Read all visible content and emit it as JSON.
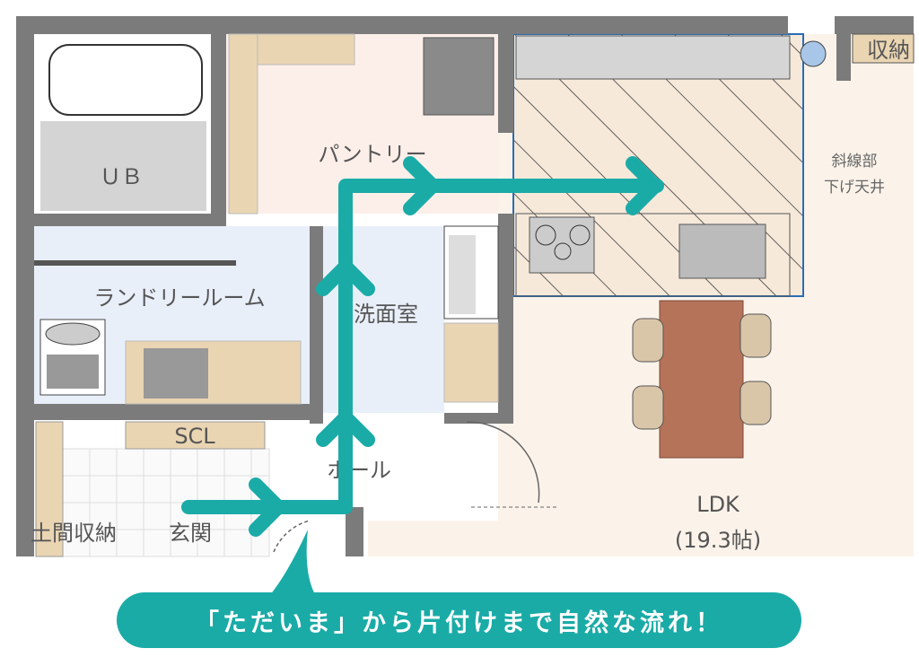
{
  "rooms": {
    "ub": "ＵＢ",
    "pantry": "パントリー",
    "laundry": "ランドリールーム",
    "washroom": "洗面室",
    "scl": "SCL",
    "hall": "ホール",
    "storage_earth": "土間収納",
    "entrance": "玄関",
    "storage": "収納",
    "ldk": "LDK",
    "ldk_size": "(19.3帖)",
    "ceiling_note_1": "斜線部",
    "ceiling_note_2": "下げ天井"
  },
  "callout": "「ただいま」から片付けまで自然な流れ！",
  "colors": {
    "accent": "#1aaba7",
    "wall": "#7b7b7b",
    "wood": "#ead5b3",
    "floor": "#fbf3ea",
    "wet": "#e9eff9"
  }
}
